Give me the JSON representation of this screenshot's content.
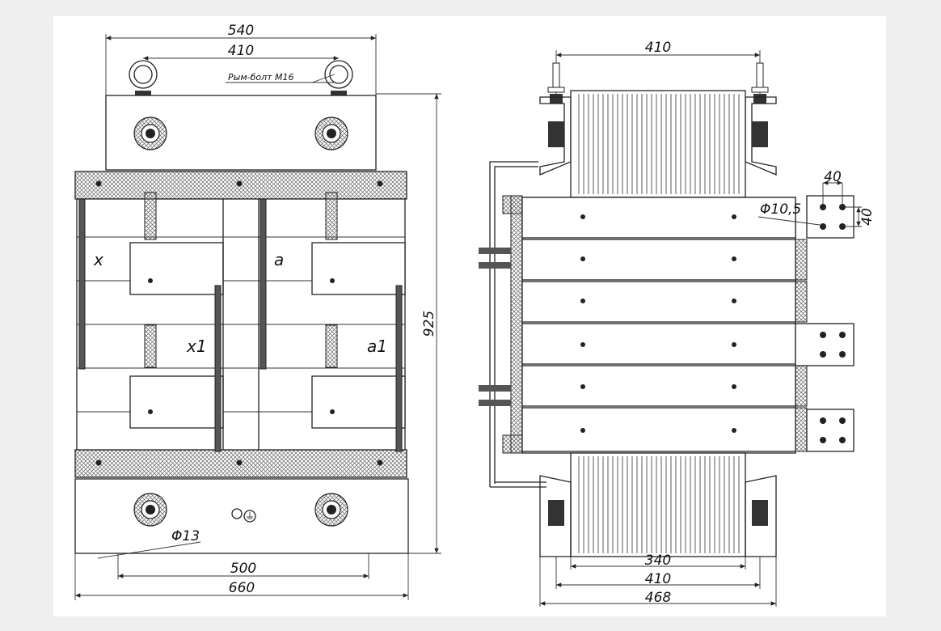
{
  "front_view": {
    "dims": {
      "top_width": "540",
      "bolt_spacing": "410",
      "height": "925",
      "mount_spacing": "500",
      "base_width": "660",
      "hole_dia": "Φ13"
    },
    "eyebolt_note": "Рым-болт М16",
    "terminals": [
      "x",
      "a",
      "x1",
      "a1"
    ]
  },
  "side_view": {
    "dims": {
      "top_width": "410",
      "hole_spacing_h": "40",
      "hole_spacing_v": "40",
      "hole_dia": "Φ10,5",
      "window": "340",
      "frame": "410",
      "base": "468"
    }
  },
  "colors": {
    "line": "#222222",
    "paper": "#ffffff",
    "background": "#efefef"
  }
}
